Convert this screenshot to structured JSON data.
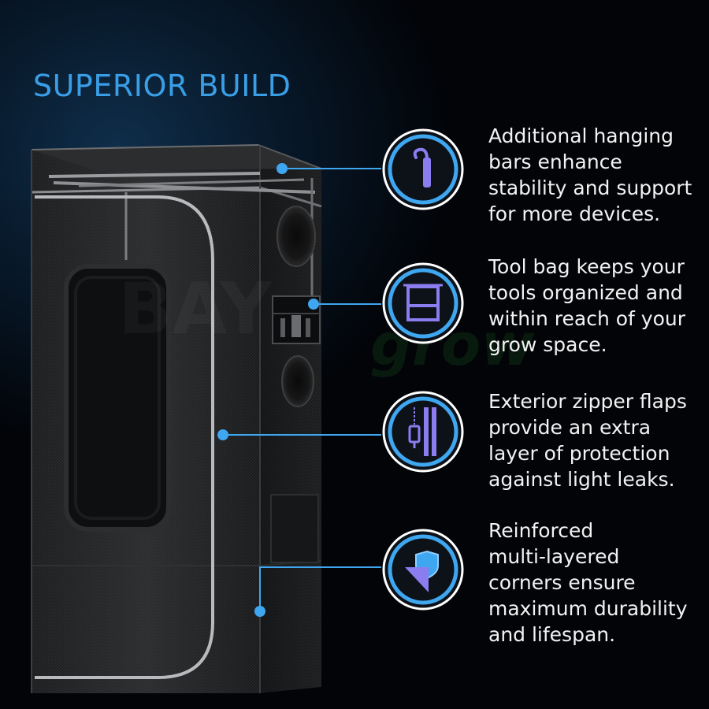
{
  "title": "SUPERIOR BUILD",
  "colors": {
    "accent": "#3a9ee6",
    "icon_fill": "#8b7cf0",
    "text": "#f2f2f2"
  },
  "features": [
    {
      "icon": "hanging-hook-icon",
      "text": "Additional hanging\nbars enhance\nstability and support\nfor more devices."
    },
    {
      "icon": "tool-bag-icon",
      "text": "Tool bag keeps your\ntools organized and\nwithin reach of your\ngrow space."
    },
    {
      "icon": "zipper-flap-icon",
      "text": "Exterior zipper flaps\nprovide an extra\nlayer of protection\nagainst light leaks."
    },
    {
      "icon": "shield-corner-icon",
      "text": "Reinforced\nmulti-layered\ncorners ensure\nmaximum durability\nand lifespan."
    }
  ]
}
